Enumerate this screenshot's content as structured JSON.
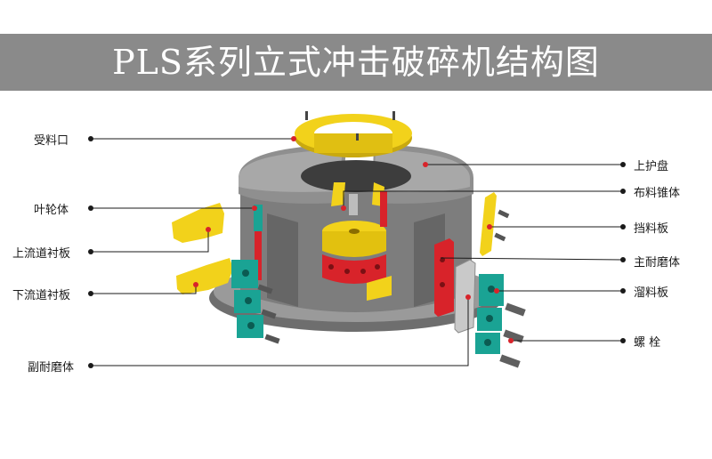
{
  "title": "PLS系列立式冲击破碎机结构图",
  "labels": {
    "feed_inlet": "受料口",
    "impeller_body": "叶轮体",
    "upper_flow_liner": "上流道衬板",
    "lower_flow_liner": "下流道衬板",
    "secondary_wear_block": "副耐磨体",
    "upper_guard_plate": "上护盘",
    "distribution_cone": "布料锥体",
    "baffle_plate": "挡料板",
    "main_wear_block": "主耐磨体",
    "slide_plate": "溜料板",
    "bolt": "螺 栓"
  },
  "colors": {
    "title_bg": "#8a8a8a",
    "yellow": "#f2d21b",
    "red": "#d8232a",
    "teal": "#1aa394",
    "gray": "#8c8c8c",
    "dark_gray": "#5f5f5f",
    "leader": "#1a1a1a"
  }
}
